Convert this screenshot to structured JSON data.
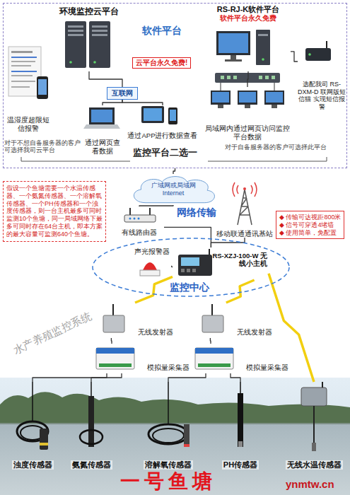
{
  "diagram": {
    "nodes": [
      {
        "text": [
          "软件平台"
        ]
      },
      {
        "text": [
          "环境监控云平台"
        ],
        "in": 0
      },
      {
        "text": [
          "云平台永久免费!"
        ],
        "in": 0
      },
      {
        "text": [
          "互联网"
        ],
        "in": 0
      },
      {
        "text": [
          "温湿度超限短信报警"
        ],
        "in": 0
      },
      {
        "text": [
          "通过网页查看数据"
        ],
        "in": 0
      },
      {
        "text": [
          "通过APP进行数据查看"
        ],
        "in": 0
      },
      {
        "text": [
          "RS-RJ-K软件平台",
          "软件平台永久免费"
        ],
        "in": 0
      },
      {
        "text": [
          "局域网内通过网页访问监控平台数据"
        ],
        "in": 0
      },
      {
        "text": [
          "选配我司 RS-DXM-D 联网版短信猫 实现短信报警"
        ],
        "in": 0
      },
      {
        "text": [
          "广域网或局域网 Internet"
        ]
      },
      {
        "text": [
          "有线路由器"
        ]
      },
      {
        "text": [
          "移动联通通讯基站"
        ]
      },
      {
        "text": [
          "假设一个鱼塘需要一个水温传感器、一个氨氮传感器、一个溶解氧传感器、一个PH传感器和一个浊度传感器，则一台主机最多可同时监测10个鱼塘，同一局域网络下最多可同时存在64台主机，即本方案的最大容量可监测640个鱼塘。"
        ]
      },
      {
        "text": [
          "监控中心"
        ]
      },
      {
        "text": [
          "声光报警器"
        ],
        "in": 14
      },
      {
        "text": [
          "RS-XZJ-100-W 无线小主机"
        ],
        "in": 14
      },
      {
        "text": [
          "◆ 传输可达视距800米",
          "◆ 信号可穿透4堵墙",
          "◆ 使用简单，免配置"
        ]
      },
      {
        "text": [
          "无线发射器"
        ]
      },
      {
        "text": [
          "模拟量采集器"
        ]
      },
      {
        "text": [
          "无线发射器"
        ]
      },
      {
        "text": [
          "模拟量采集器"
        ]
      },
      {
        "text": [
          "浊度传感器"
        ]
      },
      {
        "text": [
          "氨氮传感器"
        ]
      },
      {
        "text": [
          "溶解氧传感器"
        ]
      },
      {
        "text": [
          "PH传感器"
        ]
      },
      {
        "text": [
          "无线水温传感器"
        ]
      }
    ],
    "edges": [
      {
        "from": 1,
        "to": 3,
        "arrow": "none"
      },
      {
        "from": 3,
        "to": 5,
        "arrow": "none"
      },
      {
        "from": 3,
        "to": 6,
        "arrow": "none"
      },
      {
        "from": 7,
        "to": 8,
        "arrow": "none"
      },
      {
        "from": 7,
        "to": 9,
        "arrow": "none"
      },
      {
        "from": 0,
        "to": 10,
        "arrow": "none"
      },
      {
        "from": 10,
        "to": 11,
        "arrow": "none"
      },
      {
        "from": 11,
        "to": 16,
        "arrow": "none"
      },
      {
        "from": 12,
        "to": 16,
        "arrow": "none"
      },
      {
        "from": 15,
        "to": 16,
        "arrow": "none"
      },
      {
        "from": 16,
        "to": 18,
        "arrow": "none"
      },
      {
        "from": 16,
        "to": 20,
        "arrow": "none"
      },
      {
        "from": 16,
        "to": 26,
        "arrow": "none"
      },
      {
        "from": 18,
        "to": 19,
        "arrow": "none"
      },
      {
        "from": 20,
        "to": 21,
        "arrow": "none"
      },
      {
        "from": 19,
        "to": 22,
        "arrow": "none"
      },
      {
        "from": 19,
        "to": 23,
        "arrow": "none"
      },
      {
        "from": 21,
        "to": 24,
        "arrow": "none"
      },
      {
        "from": 21,
        "to": 25,
        "arrow": "none"
      }
    ],
    "labels": [
      "对于不想自备服务器的客户可选择我司云平台",
      "对于自备服务器的客户可选择此平台",
      "监控平台二选一",
      "网络传输",
      "一号鱼塘",
      "水产养殖监控系统",
      "ynmtw.cn"
    ]
  }
}
